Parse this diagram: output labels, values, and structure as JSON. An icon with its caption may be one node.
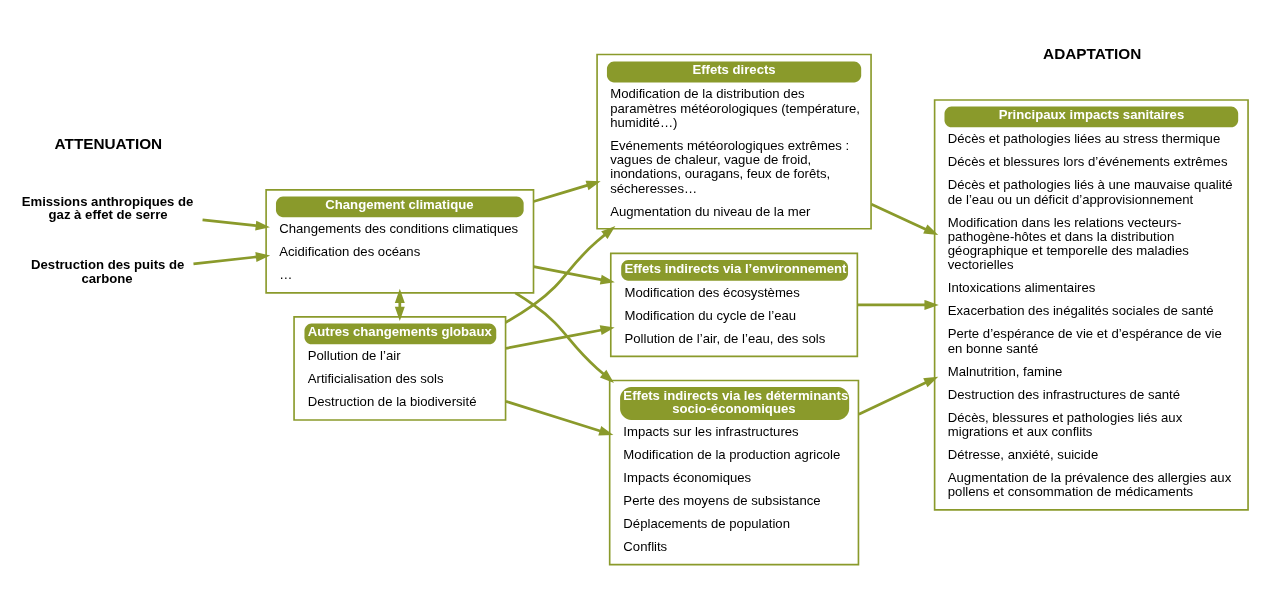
{
  "diagram": {
    "nodes": [
      {
        "text": [
          "Emissions anthropiques de gaz à effet de serre"
        ]
      },
      {
        "text": [
          "Destruction des puits de carbone"
        ]
      },
      {
        "text": [
          "Changement climatique",
          "Changements des conditions climatiques",
          "Acidification des océans",
          "…"
        ]
      },
      {
        "text": [
          "Autres changements globaux",
          "Pollution de l’air",
          "Artificialisation des sols",
          "Destruction de la biodiversité"
        ]
      },
      {
        "text": [
          "Effets directs",
          "Modification de la distribution des paramètres météorologiques (température, humidité…)",
          "Evénements météorologiques extrêmes : vagues de chaleur, vague de froid, inondations, ouragans, feux de forêts, sécheresses…",
          "Augmentation du niveau de la mer"
        ]
      },
      {
        "text": [
          "Effets indirects via l’environnement",
          "Modification des écosystèmes",
          "Modification du cycle de l’eau",
          "Pollution de l’air, de l’eau, des sols"
        ]
      },
      {
        "text": [
          "Effets indirects via les déterminants socio-économiques",
          "Impacts sur les infrastructures",
          "Modification de la production agricole",
          "Impacts économiques",
          "Perte des moyens de subsistance",
          "Déplacements de population",
          "Conflits"
        ]
      },
      {
        "text": [
          "Principaux impacts sanitaires",
          "Décès et pathologies liées au stress thermique",
          "Décès et blessures lors d’événements extrêmes",
          "Décès et pathologies liés à une mauvaise qualité de l’eau ou un déficit d’approvisionnement",
          "Modification dans les relations vecteurs-pathogène-hôtes et dans la distribution géographique et temporelle des maladies vectorielles",
          "Intoxications alimentaires",
          "Exacerbation des inégalités sociales de santé",
          "Perte d’espérance de vie et d’espérance de vie en bonne santé",
          "Malnutrition, famine",
          "Destruction des infrastructures de santé",
          "Décès, blessures et pathologies liés aux migrations et aux conflits",
          "Détresse, anxiété, suicide",
          "Augmentation de la prévalence des allergies aux pollens et consommation de médicaments"
        ]
      }
    ],
    "edges": [
      {
        "from": 0,
        "to": 2,
        "arrow": "to"
      },
      {
        "from": 1,
        "to": 2,
        "arrow": "to"
      },
      {
        "from": 2,
        "to": 3,
        "arrow": "both"
      },
      {
        "from": 2,
        "to": 4,
        "arrow": "to"
      },
      {
        "from": 2,
        "to": 5,
        "arrow": "to"
      },
      {
        "from": 2,
        "to": 6,
        "arrow": "to"
      },
      {
        "from": 3,
        "to": 4,
        "arrow": "to"
      },
      {
        "from": 3,
        "to": 5,
        "arrow": "to"
      },
      {
        "from": 3,
        "to": 6,
        "arrow": "to"
      },
      {
        "from": 4,
        "to": 7,
        "arrow": "to"
      },
      {
        "from": 5,
        "to": 7,
        "arrow": "to"
      },
      {
        "from": 6,
        "to": 7,
        "arrow": "to"
      }
    ],
    "labels": [
      "ATTENUATION",
      "ADAPTATION"
    ]
  }
}
